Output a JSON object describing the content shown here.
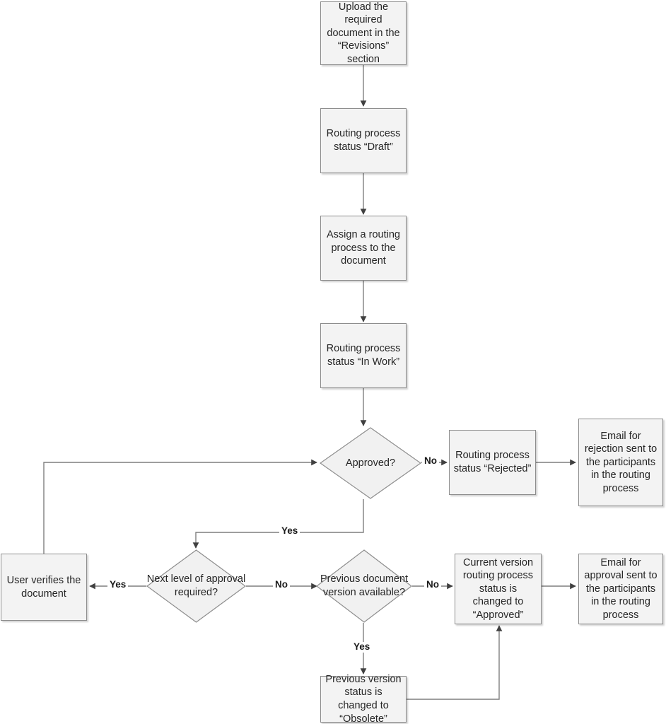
{
  "diagram": {
    "title": "Document routing and approval process flowchart",
    "colors": {
      "node_fill": "#f3f3f3",
      "node_border": "#8d8d8d",
      "edge_stroke": "#7f7f7f",
      "arrow_fill": "#404040",
      "text": "#262626",
      "background": "#ffffff"
    },
    "nodes": [
      {
        "id": "upload",
        "type": "process",
        "label": "Upload the required document in the “Revisions” section"
      },
      {
        "id": "draft",
        "type": "process",
        "label": "Routing process status “Draft”"
      },
      {
        "id": "assign",
        "type": "process",
        "label": "Assign a routing process to the document"
      },
      {
        "id": "inwork",
        "type": "process",
        "label": "Routing process status “In Work”"
      },
      {
        "id": "approved",
        "type": "decision",
        "label": "Approved?"
      },
      {
        "id": "rejected",
        "type": "process",
        "label": "Routing process status “Rejected”"
      },
      {
        "id": "emailreject",
        "type": "process",
        "label": "Email for rejection sent to the participants in the routing process"
      },
      {
        "id": "userverifies",
        "type": "process",
        "label": "User verifies the document"
      },
      {
        "id": "nextlevel",
        "type": "decision",
        "label": "Next level of approval required?"
      },
      {
        "id": "prevversion",
        "type": "decision",
        "label": "Previous document version available?"
      },
      {
        "id": "currentver",
        "type": "process",
        "label": "Current version routing process status is changed to “Approved”"
      },
      {
        "id": "emailapprove",
        "type": "process",
        "label": "Email for approval sent to the participants in the routing process"
      },
      {
        "id": "obsolete",
        "type": "process",
        "label": "Previous version status is changed to “Obsolete”"
      }
    ],
    "edges": [
      {
        "from": "upload",
        "to": "draft",
        "label": ""
      },
      {
        "from": "draft",
        "to": "assign",
        "label": ""
      },
      {
        "from": "assign",
        "to": "inwork",
        "label": ""
      },
      {
        "from": "inwork",
        "to": "approved",
        "label": ""
      },
      {
        "from": "approved",
        "to": "rejected",
        "label": "No"
      },
      {
        "from": "rejected",
        "to": "emailreject",
        "label": ""
      },
      {
        "from": "approved",
        "to": "nextlevel",
        "label": "Yes"
      },
      {
        "from": "nextlevel",
        "to": "userverifies",
        "label": "Yes"
      },
      {
        "from": "userverifies",
        "to": "approved",
        "label": ""
      },
      {
        "from": "nextlevel",
        "to": "prevversion",
        "label": "No"
      },
      {
        "from": "prevversion",
        "to": "currentver",
        "label": "No"
      },
      {
        "from": "prevversion",
        "to": "obsolete",
        "label": "Yes"
      },
      {
        "from": "obsolete",
        "to": "currentver",
        "label": ""
      },
      {
        "from": "currentver",
        "to": "emailapprove",
        "label": ""
      }
    ],
    "edge_labels": {
      "approved_no": "No",
      "approved_yes": "Yes",
      "nextlevel_yes": "Yes",
      "nextlevel_no": "No",
      "prevversion_no": "No",
      "prevversion_yes": "Yes"
    }
  }
}
